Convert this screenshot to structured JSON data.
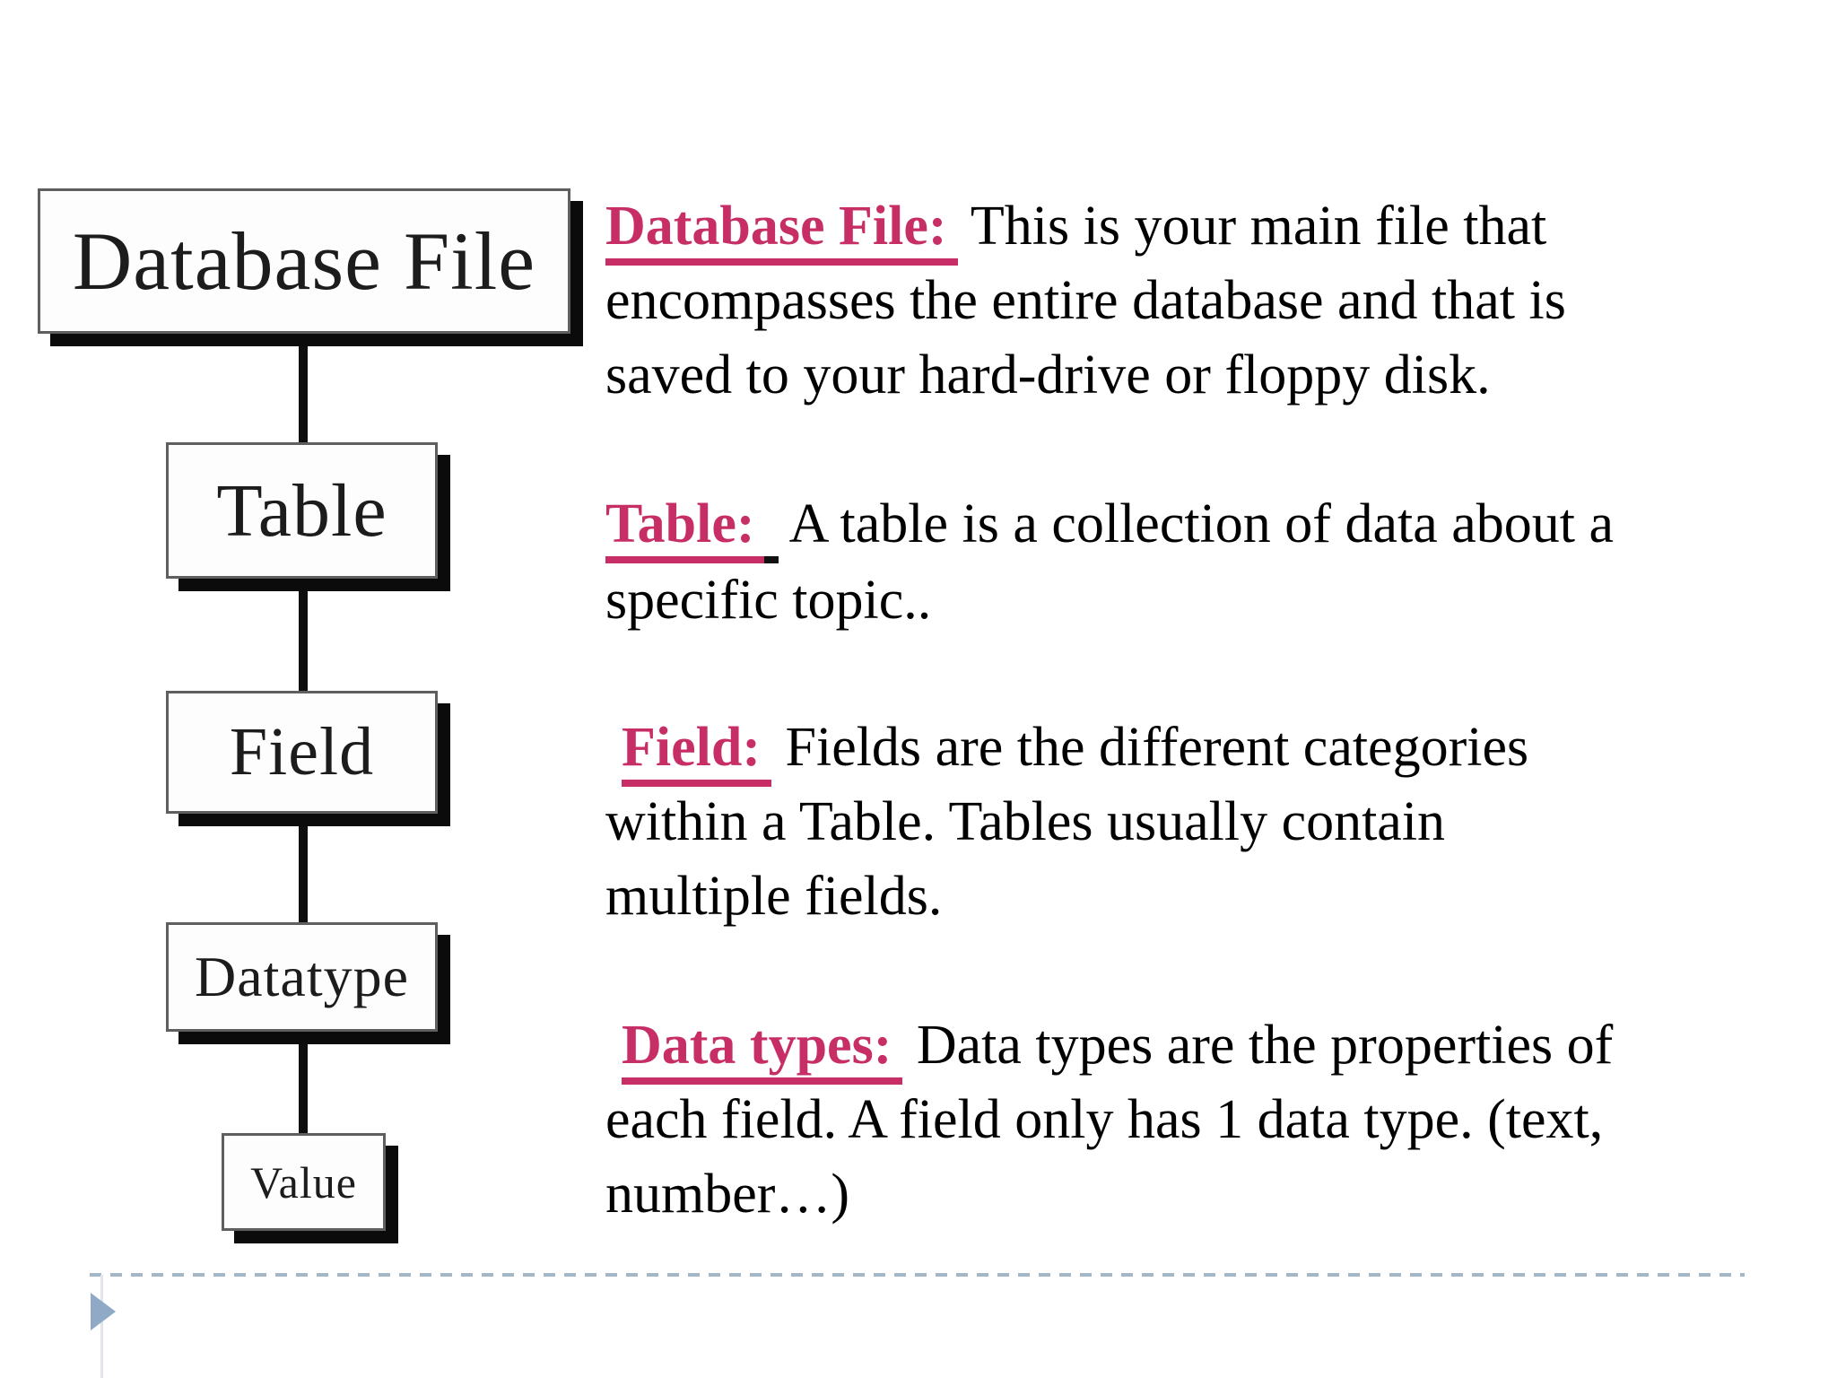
{
  "slide": {
    "background": "#ffffff",
    "type": "presentation-slide"
  },
  "diagram": {
    "nodes": [
      {
        "label": "Database File"
      },
      {
        "label": "Table"
      },
      {
        "label": "Field"
      },
      {
        "label": "Datatype"
      },
      {
        "label": "Value"
      }
    ]
  },
  "content": {
    "paragraphs": [
      {
        "heading": "Database File:",
        "lines": [
          " This is your main file that",
          "encompasses the entire database and that is",
          "saved to your hard-drive or floppy disk."
        ]
      },
      {
        "heading": "Table:",
        "lines": [
          " A table is a collection of data about a",
          "specific topic.."
        ]
      },
      {
        "heading": "Field:",
        "lines": [
          " Fields are the different categories",
          "within a Table. Tables usually contain",
          "multiple fields."
        ]
      },
      {
        "heading": "Data types:",
        "lines": [
          " Data types are the properties of",
          "each field. A field only has 1 data type. (text,",
          "number…)"
        ]
      }
    ]
  },
  "colors": {
    "accent_pink": "#c72e66",
    "box_shadow": "#0b0b0b",
    "dashed_line": "#a3b7c7",
    "arrow_blue": "#8fa9c6",
    "text": "#010101"
  }
}
